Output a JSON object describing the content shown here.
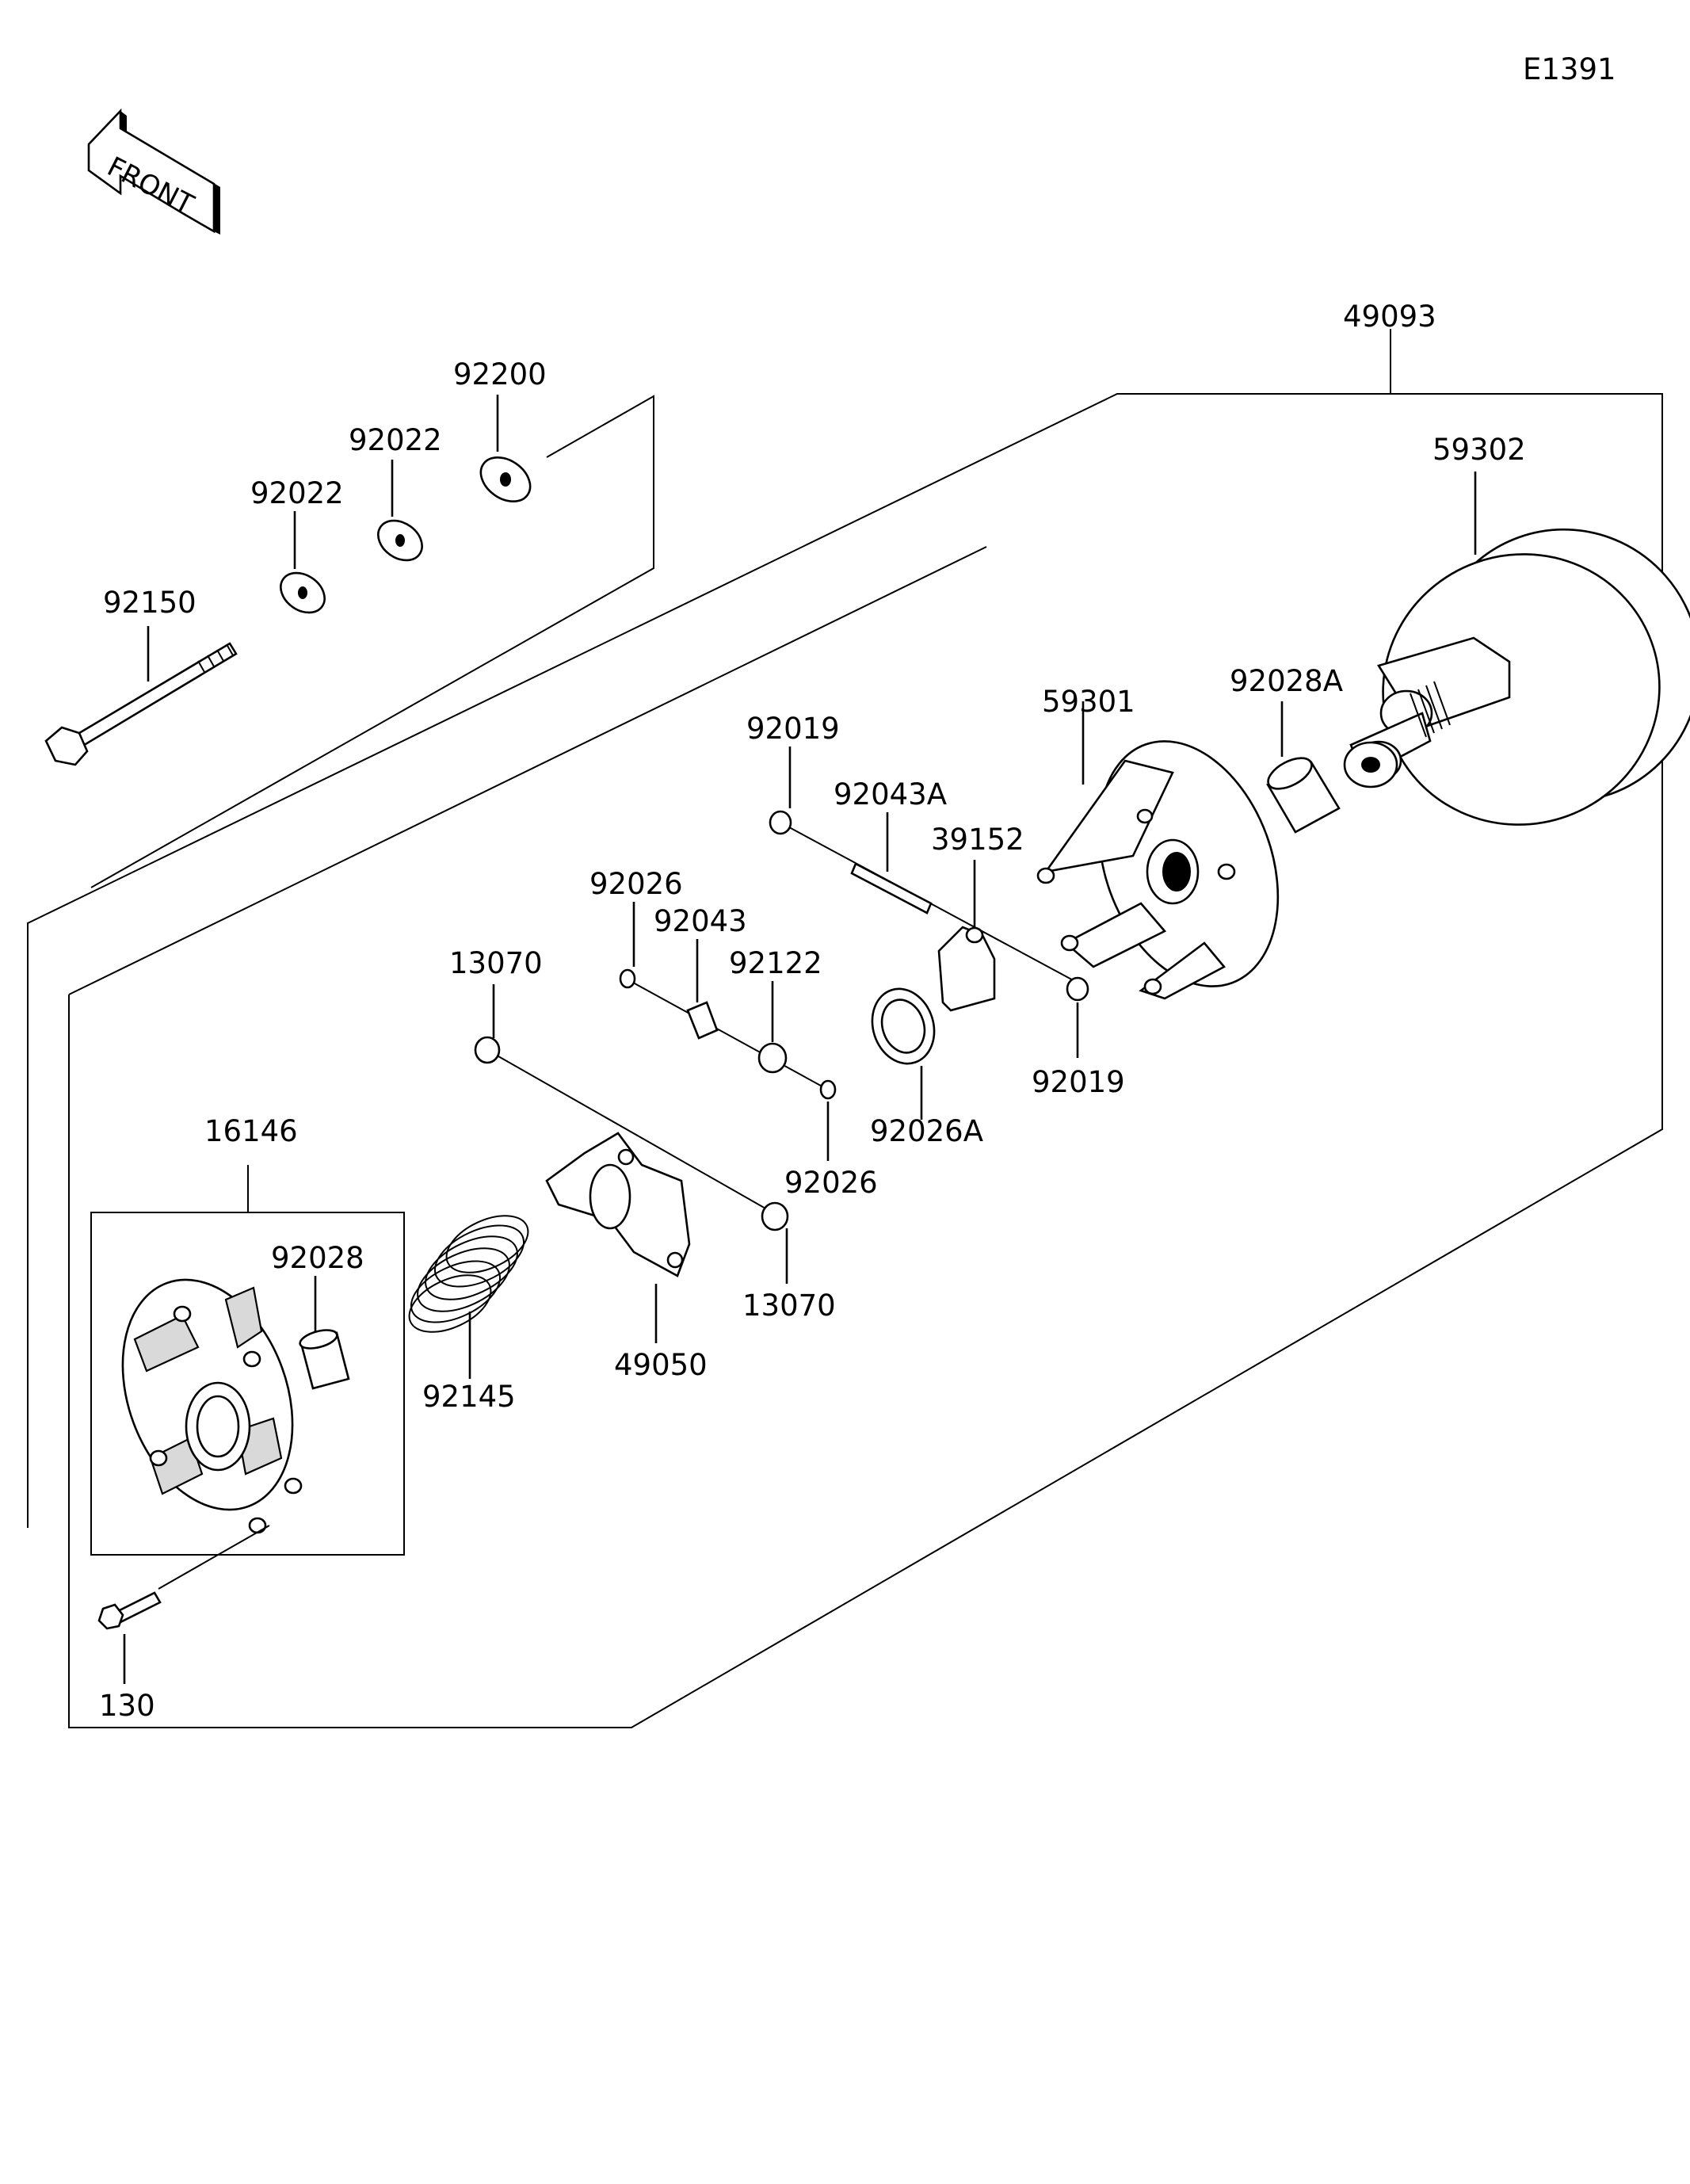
{
  "diagram_id": "E1391",
  "front_label": "FRONT",
  "labels": {
    "p49093": "49093",
    "p59302": "59302",
    "p92200": "92200",
    "p92022_a": "92022",
    "p92022_b": "92022",
    "p92150": "92150",
    "p92019_top": "92019",
    "p92043A": "92043A",
    "p39152": "39152",
    "p59301": "59301",
    "p92028A": "92028A",
    "p92026_top": "92026",
    "p92043": "92043",
    "p92122": "92122",
    "p13070_top": "13070",
    "p92019_bottom": "92019",
    "p92026A": "92026A",
    "p92026_bottom": "92026",
    "p16146": "16146",
    "p92028": "92028",
    "p13070_bottom": "13070",
    "p49050": "49050",
    "p92145": "92145",
    "p130": "130"
  }
}
